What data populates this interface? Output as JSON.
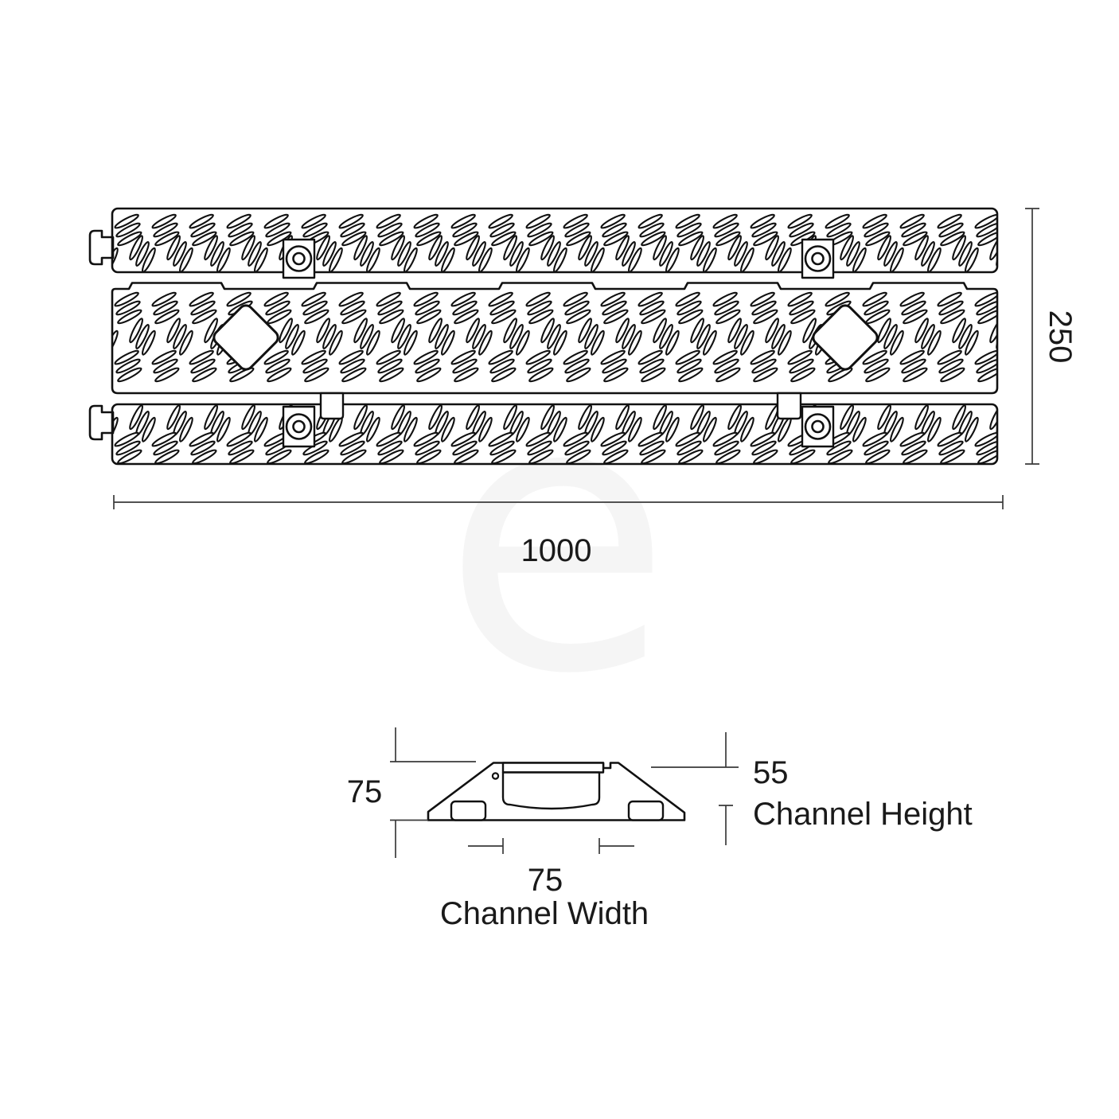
{
  "watermark": {
    "letter": "e"
  },
  "top_view": {
    "length_dimension": "1000",
    "width_dimension": "250"
  },
  "section_view": {
    "overall_height_dimension": "75",
    "channel_height_dimension": "55",
    "channel_height_label": "Channel Height",
    "channel_width_dimension": "75",
    "channel_width_label": "Channel Width"
  },
  "colors": {
    "line": "#111111",
    "dimension_line": "#3a3a3a",
    "text": "#1a1a1a",
    "watermark": "#f5f5f5",
    "background": "#ffffff"
  }
}
